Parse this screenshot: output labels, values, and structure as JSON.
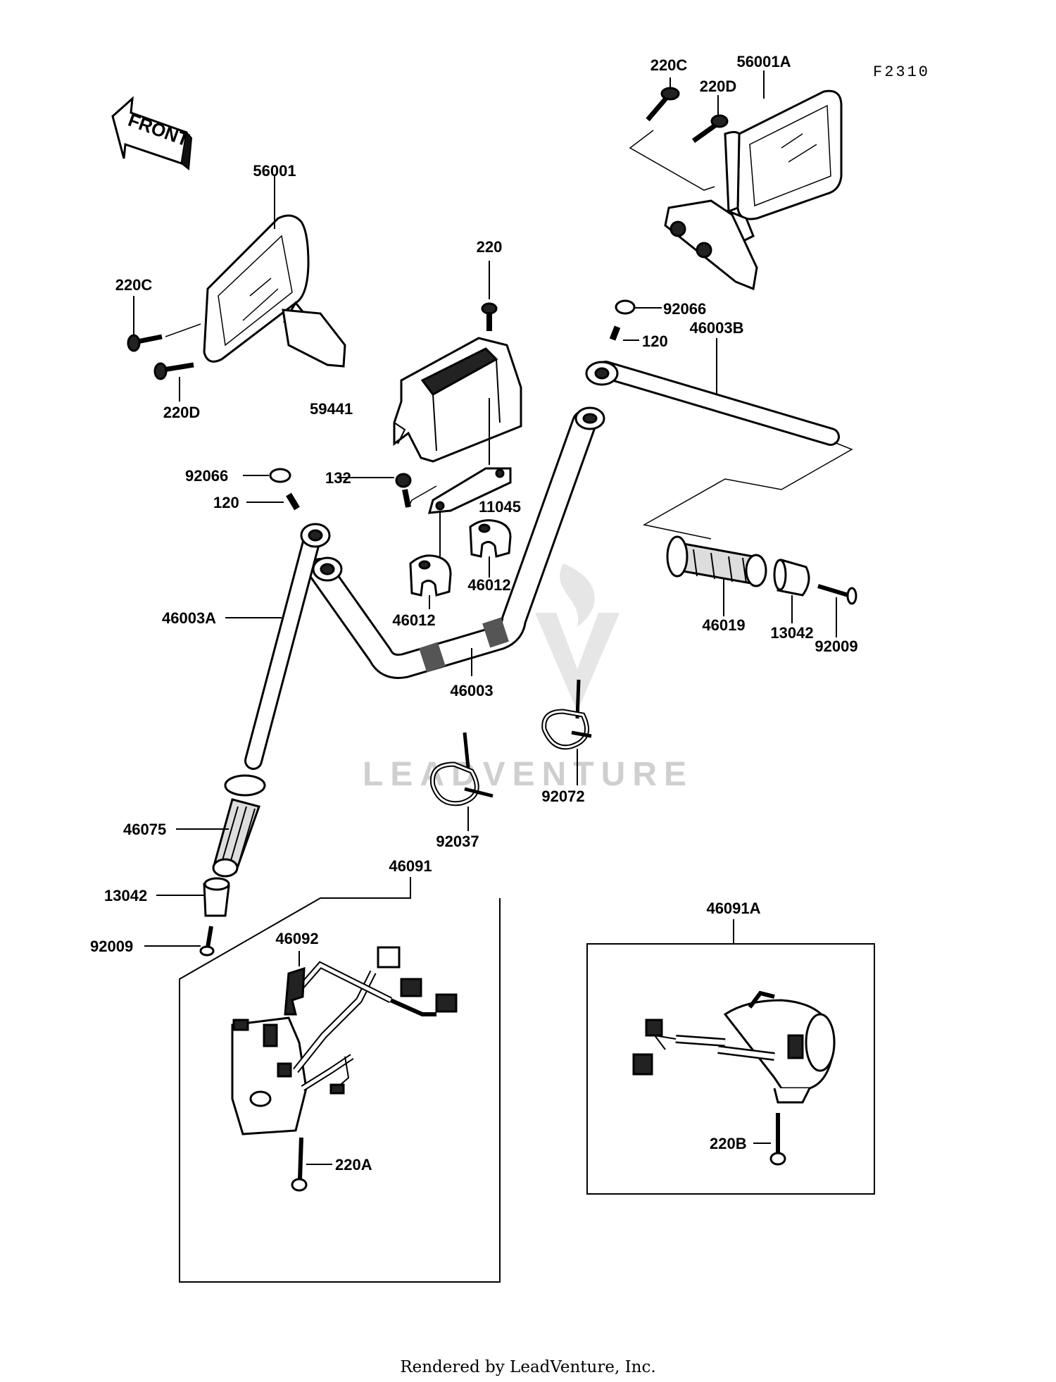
{
  "figure_code": "F2310",
  "front_arrow_label": "FRONT",
  "watermark": "LEADVENTURE",
  "footer": "Rendered by LeadVenture, Inc.",
  "labels": {
    "l_220C_top": "220C",
    "l_56001A": "56001A",
    "l_220D_top": "220D",
    "l_56001": "56001",
    "l_220C_left": "220C",
    "l_220D_left": "220D",
    "l_220": "220",
    "l_92066_right": "92066",
    "l_120_right": "120",
    "l_46003B": "46003B",
    "l_59441": "59441",
    "l_92066_left": "92066",
    "l_120_left": "120",
    "l_132": "132",
    "l_11045": "11045",
    "l_46012_right": "46012",
    "l_46012_left": "46012",
    "l_46003A": "46003A",
    "l_46003": "46003",
    "l_46019": "46019",
    "l_13042_right": "13042",
    "l_92009_right": "92009",
    "l_92072": "92072",
    "l_92037": "92037",
    "l_46075": "46075",
    "l_46091": "46091",
    "l_13042_left": "13042",
    "l_46092": "46092",
    "l_92009_left": "92009",
    "l_46091A": "46091A",
    "l_220A": "220A",
    "l_220B": "220B"
  }
}
